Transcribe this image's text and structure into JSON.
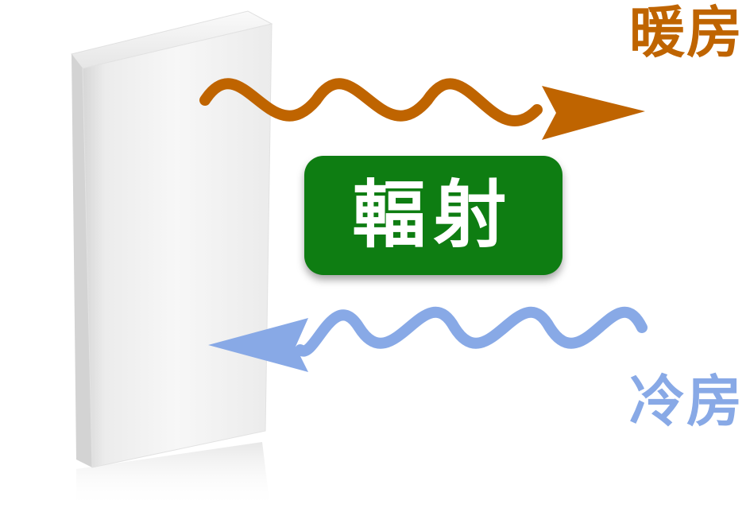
{
  "labels": {
    "heating": "暖房",
    "radiation": "輻射",
    "cooling": "冷房"
  },
  "colors": {
    "heating": "#bf6400",
    "radiation_badge": "#0e7d12",
    "cooling": "#88a9e6",
    "panel": "#f2f2f2"
  }
}
